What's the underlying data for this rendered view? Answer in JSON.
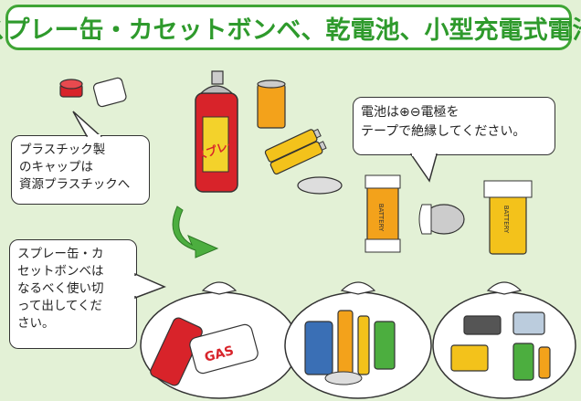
{
  "title": "スプレー缶・カセットボンベ、乾電池、小型充電式電池",
  "bubbles": {
    "cap": [
      "プラスチック製",
      "のキャップは",
      "資源プラスチックへ"
    ],
    "spray": [
      "スプレー缶・カ",
      "セットボンベは",
      "なるべく使い切",
      "って出してくだ",
      "さい。"
    ],
    "battery": [
      "電池は⊕⊖電極を",
      "テープで絶縁してください。"
    ]
  },
  "item_labels": {
    "spray_can": "スプレー",
    "gas_can": "GAS",
    "battery_label": "BATTERY"
  },
  "colors": {
    "title_green": "#2e9a2c",
    "background": "#e3f1d6",
    "spray_red": "#d8232a",
    "battery_yellow": "#f3c21b",
    "bag_white": "#ffffff"
  }
}
